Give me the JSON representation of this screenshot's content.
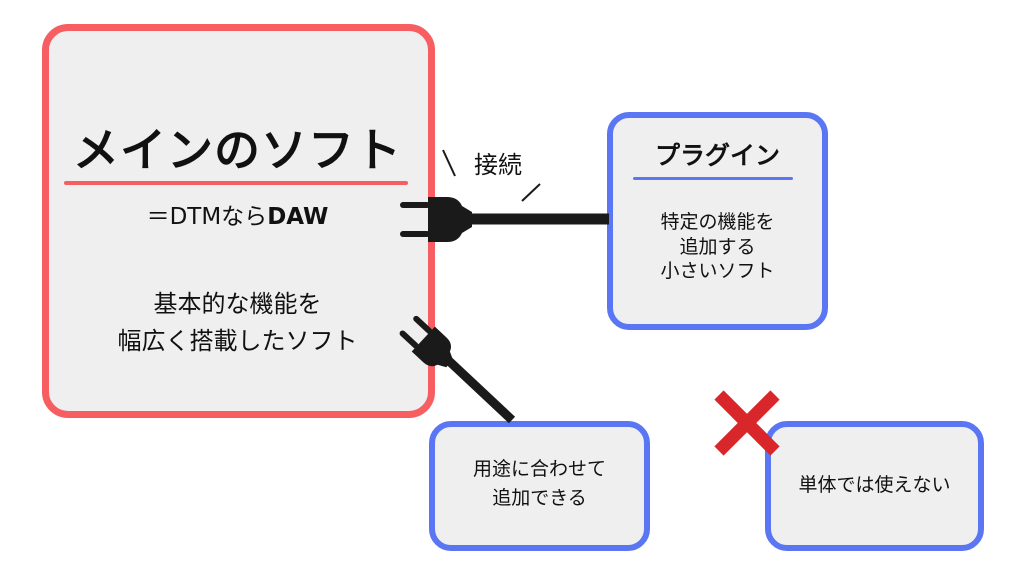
{
  "main": {
    "title": "メインのソフト",
    "subtitle_prefix": "＝DTMなら",
    "subtitle_strong": "DAW",
    "desc_line1": "基本的な機能を",
    "desc_line2": "幅広く搭載したソフト"
  },
  "connector": {
    "label": "接続"
  },
  "plugin": {
    "title": "プラグイン",
    "desc_line1": "特定の機能を",
    "desc_line2": "追加する",
    "desc_line3": "小さいソフト"
  },
  "usage": {
    "line1": "用途に合わせて",
    "line2": "追加できる"
  },
  "standalone": {
    "text": "単体では使えない"
  },
  "colors": {
    "main_border": "#f65e62",
    "plugin_border": "#5b76f2",
    "box_fill": "#efefef",
    "cross": "#d9262b",
    "plug": "#1a1a1a"
  },
  "icons": {
    "plug_right": "plug-icon",
    "plug_diagonal": "plug-icon",
    "cross": "cross-mark-icon"
  }
}
